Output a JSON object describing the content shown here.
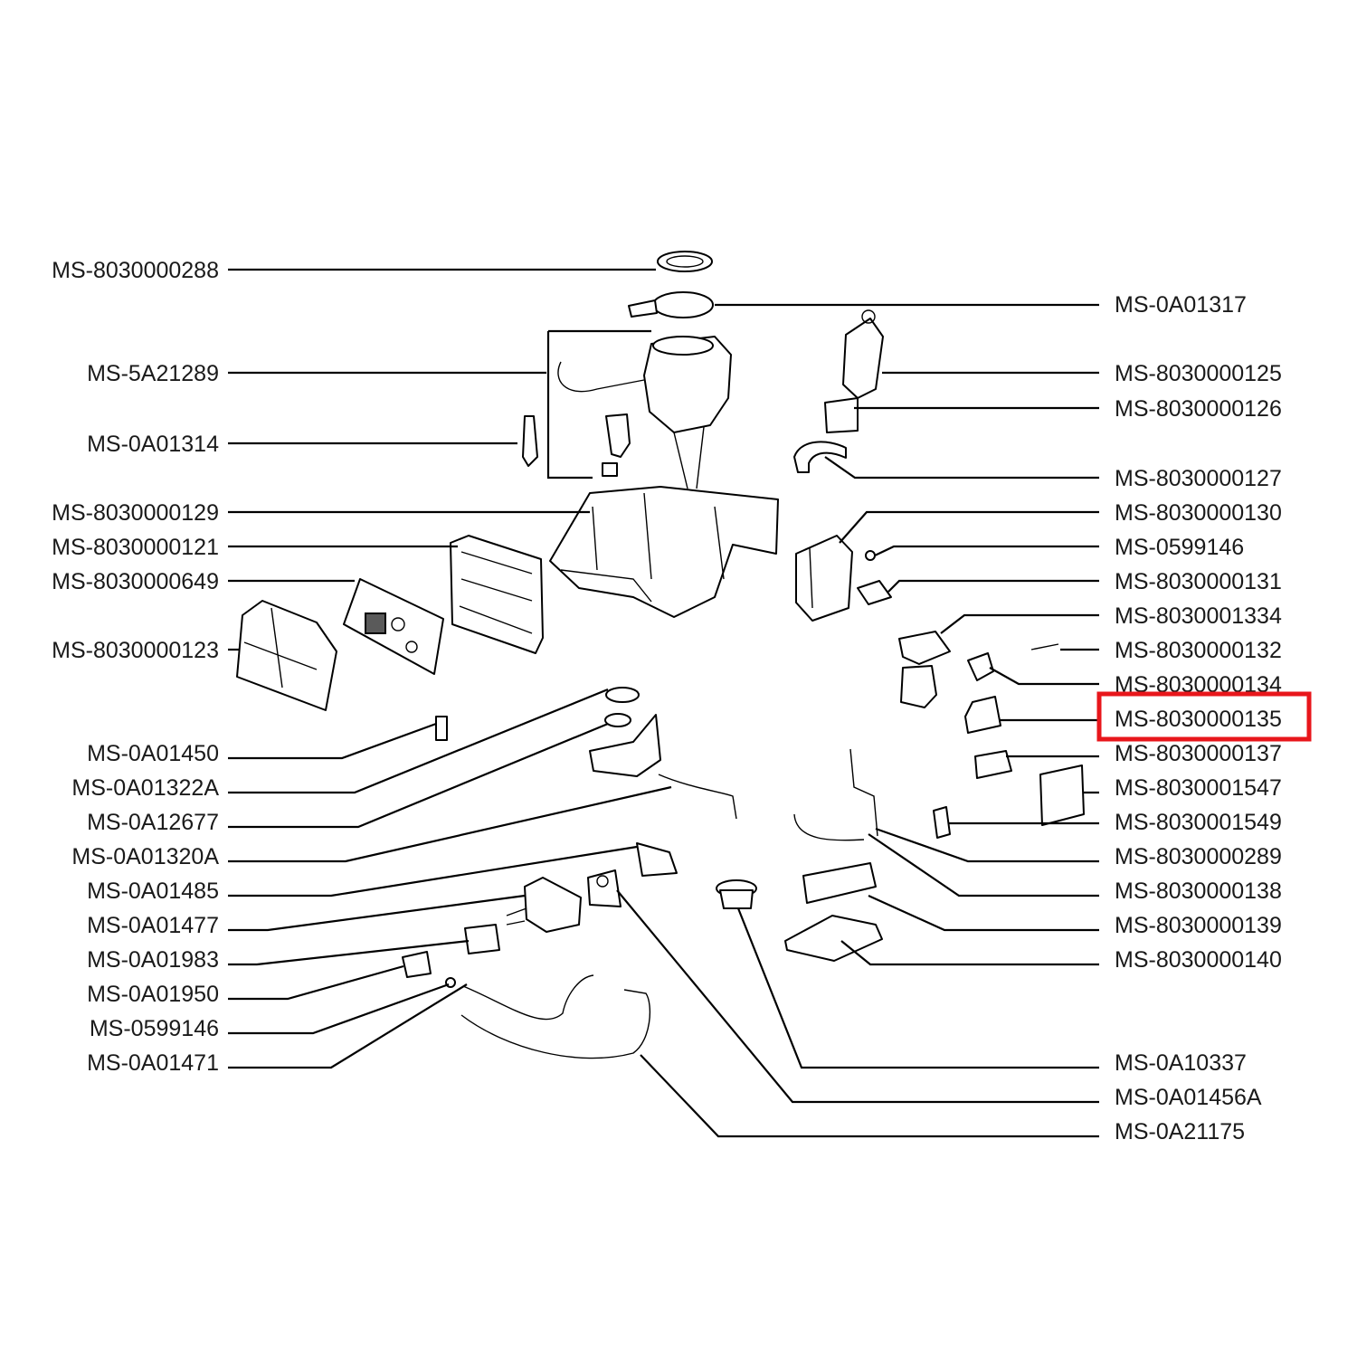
{
  "colors": {
    "highlight": "#e8161b",
    "line": "#000000",
    "text": "#1a1a1a"
  },
  "highlighted_part": "MS-8030000135",
  "labels": {
    "left": [
      "MS-8030000288",
      "MS-5A21289",
      "MS-0A01314",
      "MS-8030000129",
      "MS-8030000121",
      "MS-8030000649",
      "MS-8030000123",
      "MS-0A01450",
      "MS-0A01322A",
      "MS-0A12677",
      "MS-0A01320A",
      "MS-0A01485",
      "MS-0A01477",
      "MS-0A01983",
      "MS-0A01950",
      "MS-0599146",
      "MS-0A01471"
    ],
    "right": [
      "MS-0A01317",
      "MS-8030000125",
      "MS-8030000126",
      "MS-8030000127",
      "MS-8030000130",
      "MS-0599146",
      "MS-8030000131",
      "MS-8030001334",
      "MS-8030000132",
      "MS-8030000134",
      "MS-8030000135",
      "MS-8030000137",
      "MS-8030001547",
      "MS-8030001549",
      "MS-8030000289",
      "MS-8030000138",
      "MS-8030000139",
      "MS-8030000140",
      "MS-0A10337",
      "MS-0A01456A",
      "MS-0A21175"
    ]
  }
}
